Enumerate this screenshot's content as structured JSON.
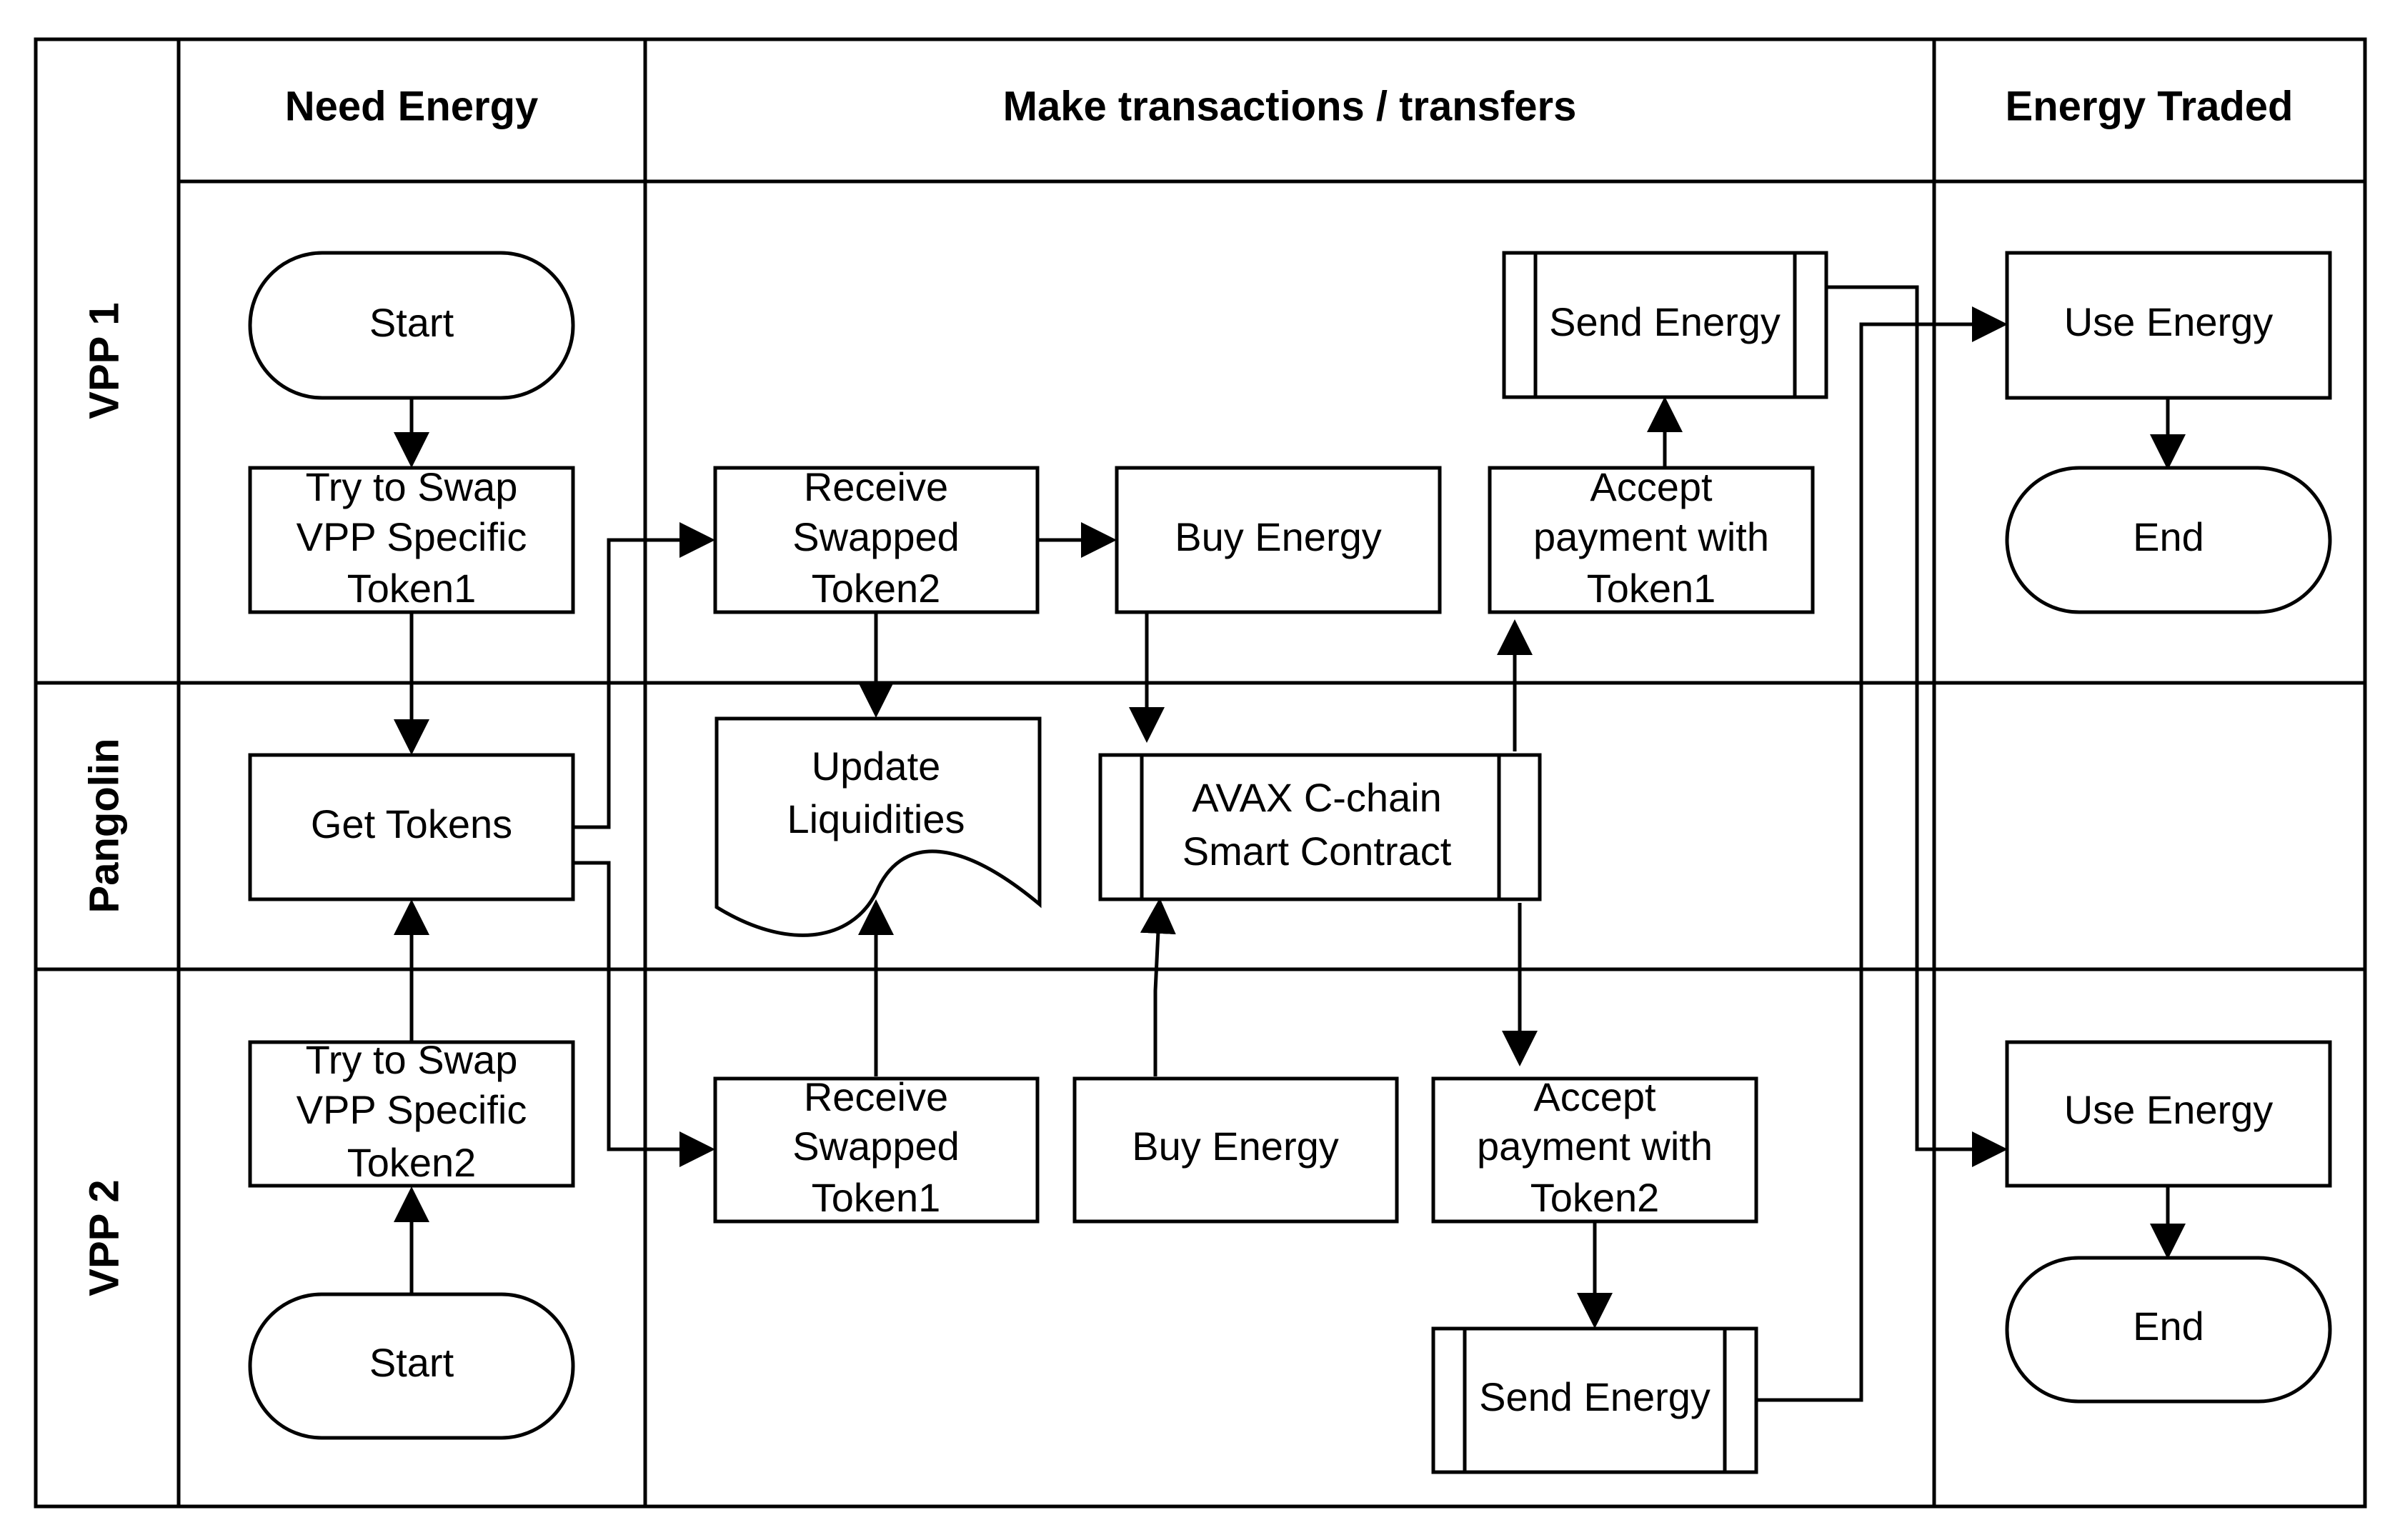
{
  "columns": {
    "need_energy": "Need Energy",
    "transactions": "Make transactions / transfers",
    "energy_traded": "Energy Traded"
  },
  "lanes": {
    "vpp1": "VPP 1",
    "pangolin": "Pangolin",
    "vpp2": "VPP 2"
  },
  "nodes": {
    "vpp1_start": [
      "Start"
    ],
    "vpp1_swap": [
      "Try to Swap",
      "VPP Specific",
      "Token1"
    ],
    "vpp1_receive": [
      "Receive",
      "Swapped",
      "Token2"
    ],
    "vpp1_buy": [
      "Buy Energy"
    ],
    "vpp1_accept": [
      "Accept",
      "payment with",
      "Token1"
    ],
    "vpp1_send": [
      "Send Energy"
    ],
    "vpp1_use": [
      "Use Energy"
    ],
    "vpp1_end": [
      "End"
    ],
    "get_tokens": [
      "Get Tokens"
    ],
    "update_liq": [
      "Update",
      "Liquidities"
    ],
    "smart_contract": [
      "AVAX C-chain",
      "Smart Contract"
    ],
    "vpp2_swap": [
      "Try to Swap",
      "VPP Specific",
      "Token2"
    ],
    "vpp2_start": [
      "Start"
    ],
    "vpp2_receive": [
      "Receive",
      "Swapped",
      "Token1"
    ],
    "vpp2_buy": [
      "Buy Energy"
    ],
    "vpp2_accept": [
      "Accept",
      "payment with",
      "Token2"
    ],
    "vpp2_send": [
      "Send Energy"
    ],
    "vpp2_use": [
      "Use Energy"
    ],
    "vpp2_end": [
      "End"
    ]
  }
}
